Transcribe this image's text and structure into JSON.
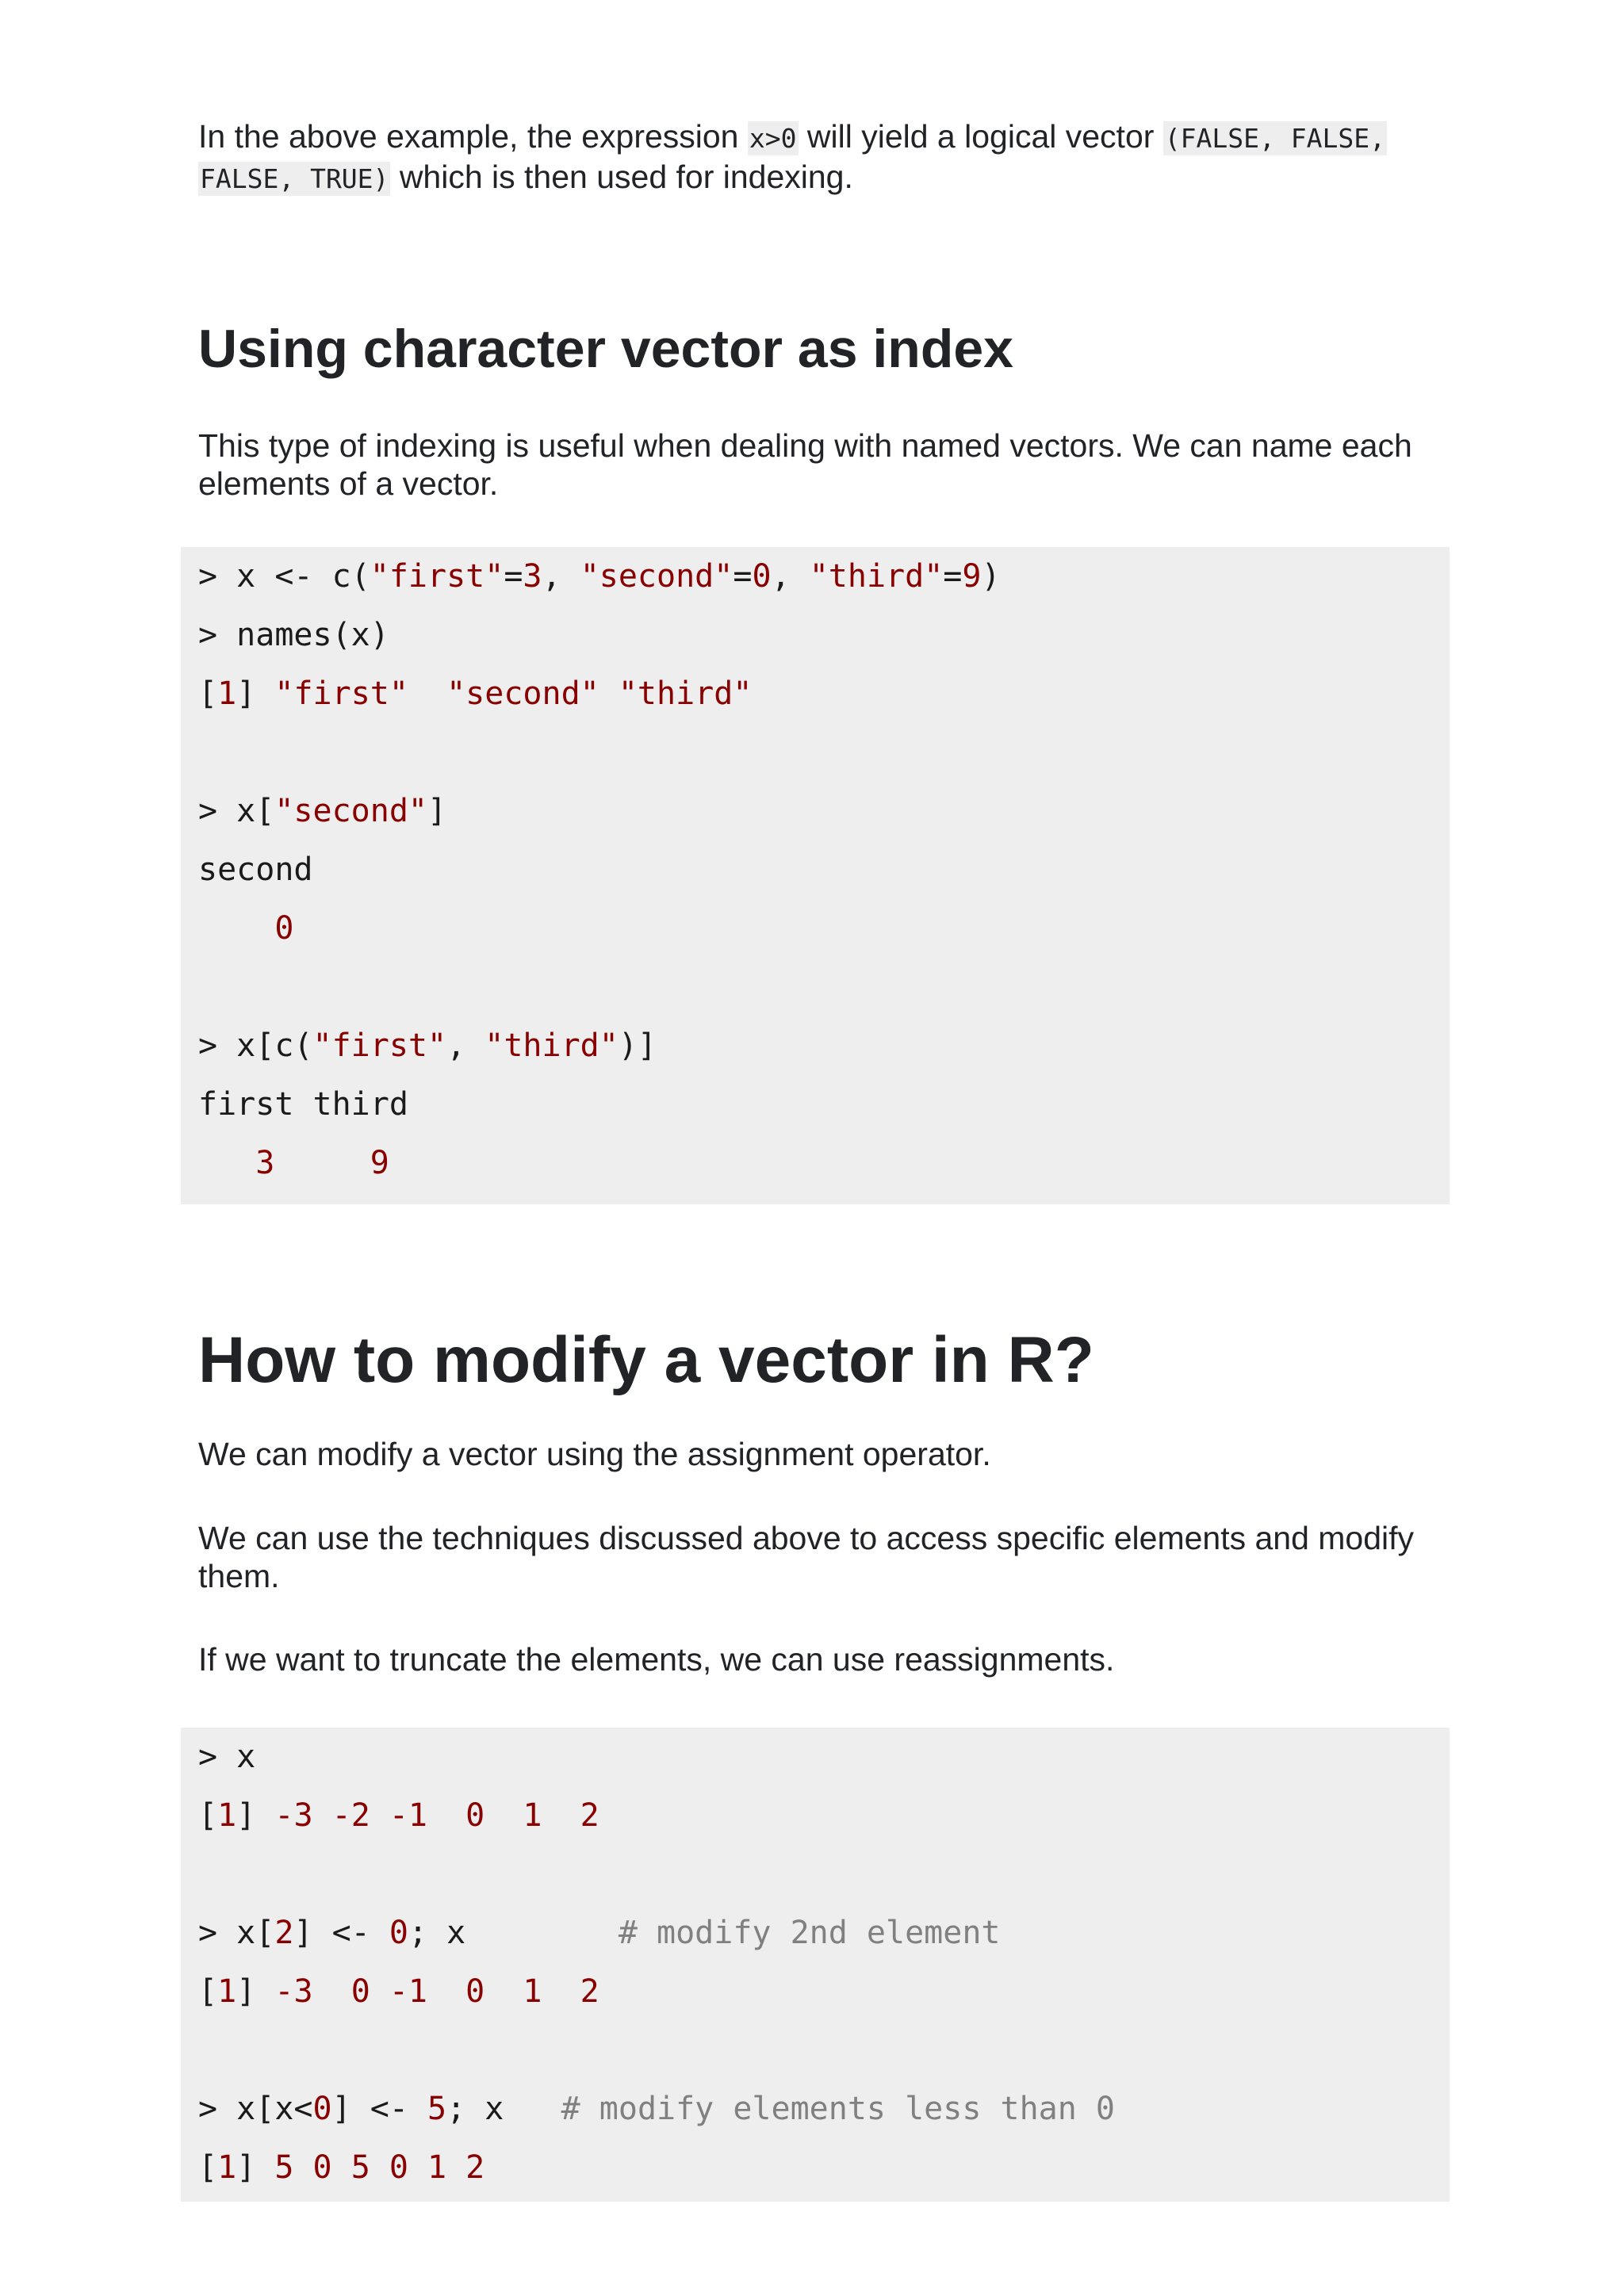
{
  "intro": {
    "p_start": "In the above example, the expression ",
    "code1": "x>0",
    "p_mid": " will yield a logical vector ",
    "code2a": "(FALSE, FALSE,",
    "code2b": "FALSE, TRUE)",
    "p_end": " which is then used for indexing."
  },
  "section1": {
    "heading": "Using character vector as index",
    "para_line1": "This type of indexing is useful when dealing with named vectors. We can name each",
    "para_line2": "elements of a vector."
  },
  "code1": {
    "l1": {
      "a": "> x <- c(",
      "b": "\"first\"",
      "c": "=",
      "d": "3",
      "e": ", ",
      "f": "\"second\"",
      "g": "=",
      "h": "0",
      "i": ", ",
      "j": "\"third\"",
      "k": "=",
      "l": "9",
      "m": ")"
    },
    "l2": "> names(x)",
    "l3": {
      "a": "[",
      "b": "1",
      "c": "] ",
      "d": "\"first\"  \"second\" \"third\""
    },
    "l4": {
      "a": "> x[",
      "b": "\"second\"",
      "c": "]"
    },
    "l5": "second",
    "l6": "    0",
    "l7": {
      "a": "> x[c(",
      "b": "\"first\"",
      "c": ", ",
      "d": "\"third\"",
      "e": ")]"
    },
    "l8": "first third",
    "l9": "   3     9"
  },
  "section2": {
    "heading": "How to modify a vector in R?",
    "p1": "We can modify a vector using the assignment operator.",
    "p2_line1": "We can use the techniques discussed above to access specific elements and modify",
    "p2_line2": "them.",
    "p3": "If we want to truncate the elements, we can use reassignments."
  },
  "code2": {
    "l1": "> x",
    "l2": {
      "a": "[",
      "b": "1",
      "c": "] ",
      "d": "-3 -2 -1  0  1  2"
    },
    "l3": {
      "a": "> x[",
      "b": "2",
      "c": "] <- ",
      "d": "0",
      "e": "; x        ",
      "f": "# modify 2nd element"
    },
    "l4": {
      "a": "[",
      "b": "1",
      "c": "] ",
      "d": "-3  0 -1  0  1  2"
    },
    "l5": {
      "a": "> x[x<",
      "b": "0",
      "c": "] <- ",
      "d": "5",
      "e": "; x   ",
      "f": "# modify elements less than 0"
    },
    "l6": {
      "a": "[",
      "b": "1",
      "c": "] ",
      "d": "5 0 5 0 1 2"
    }
  }
}
